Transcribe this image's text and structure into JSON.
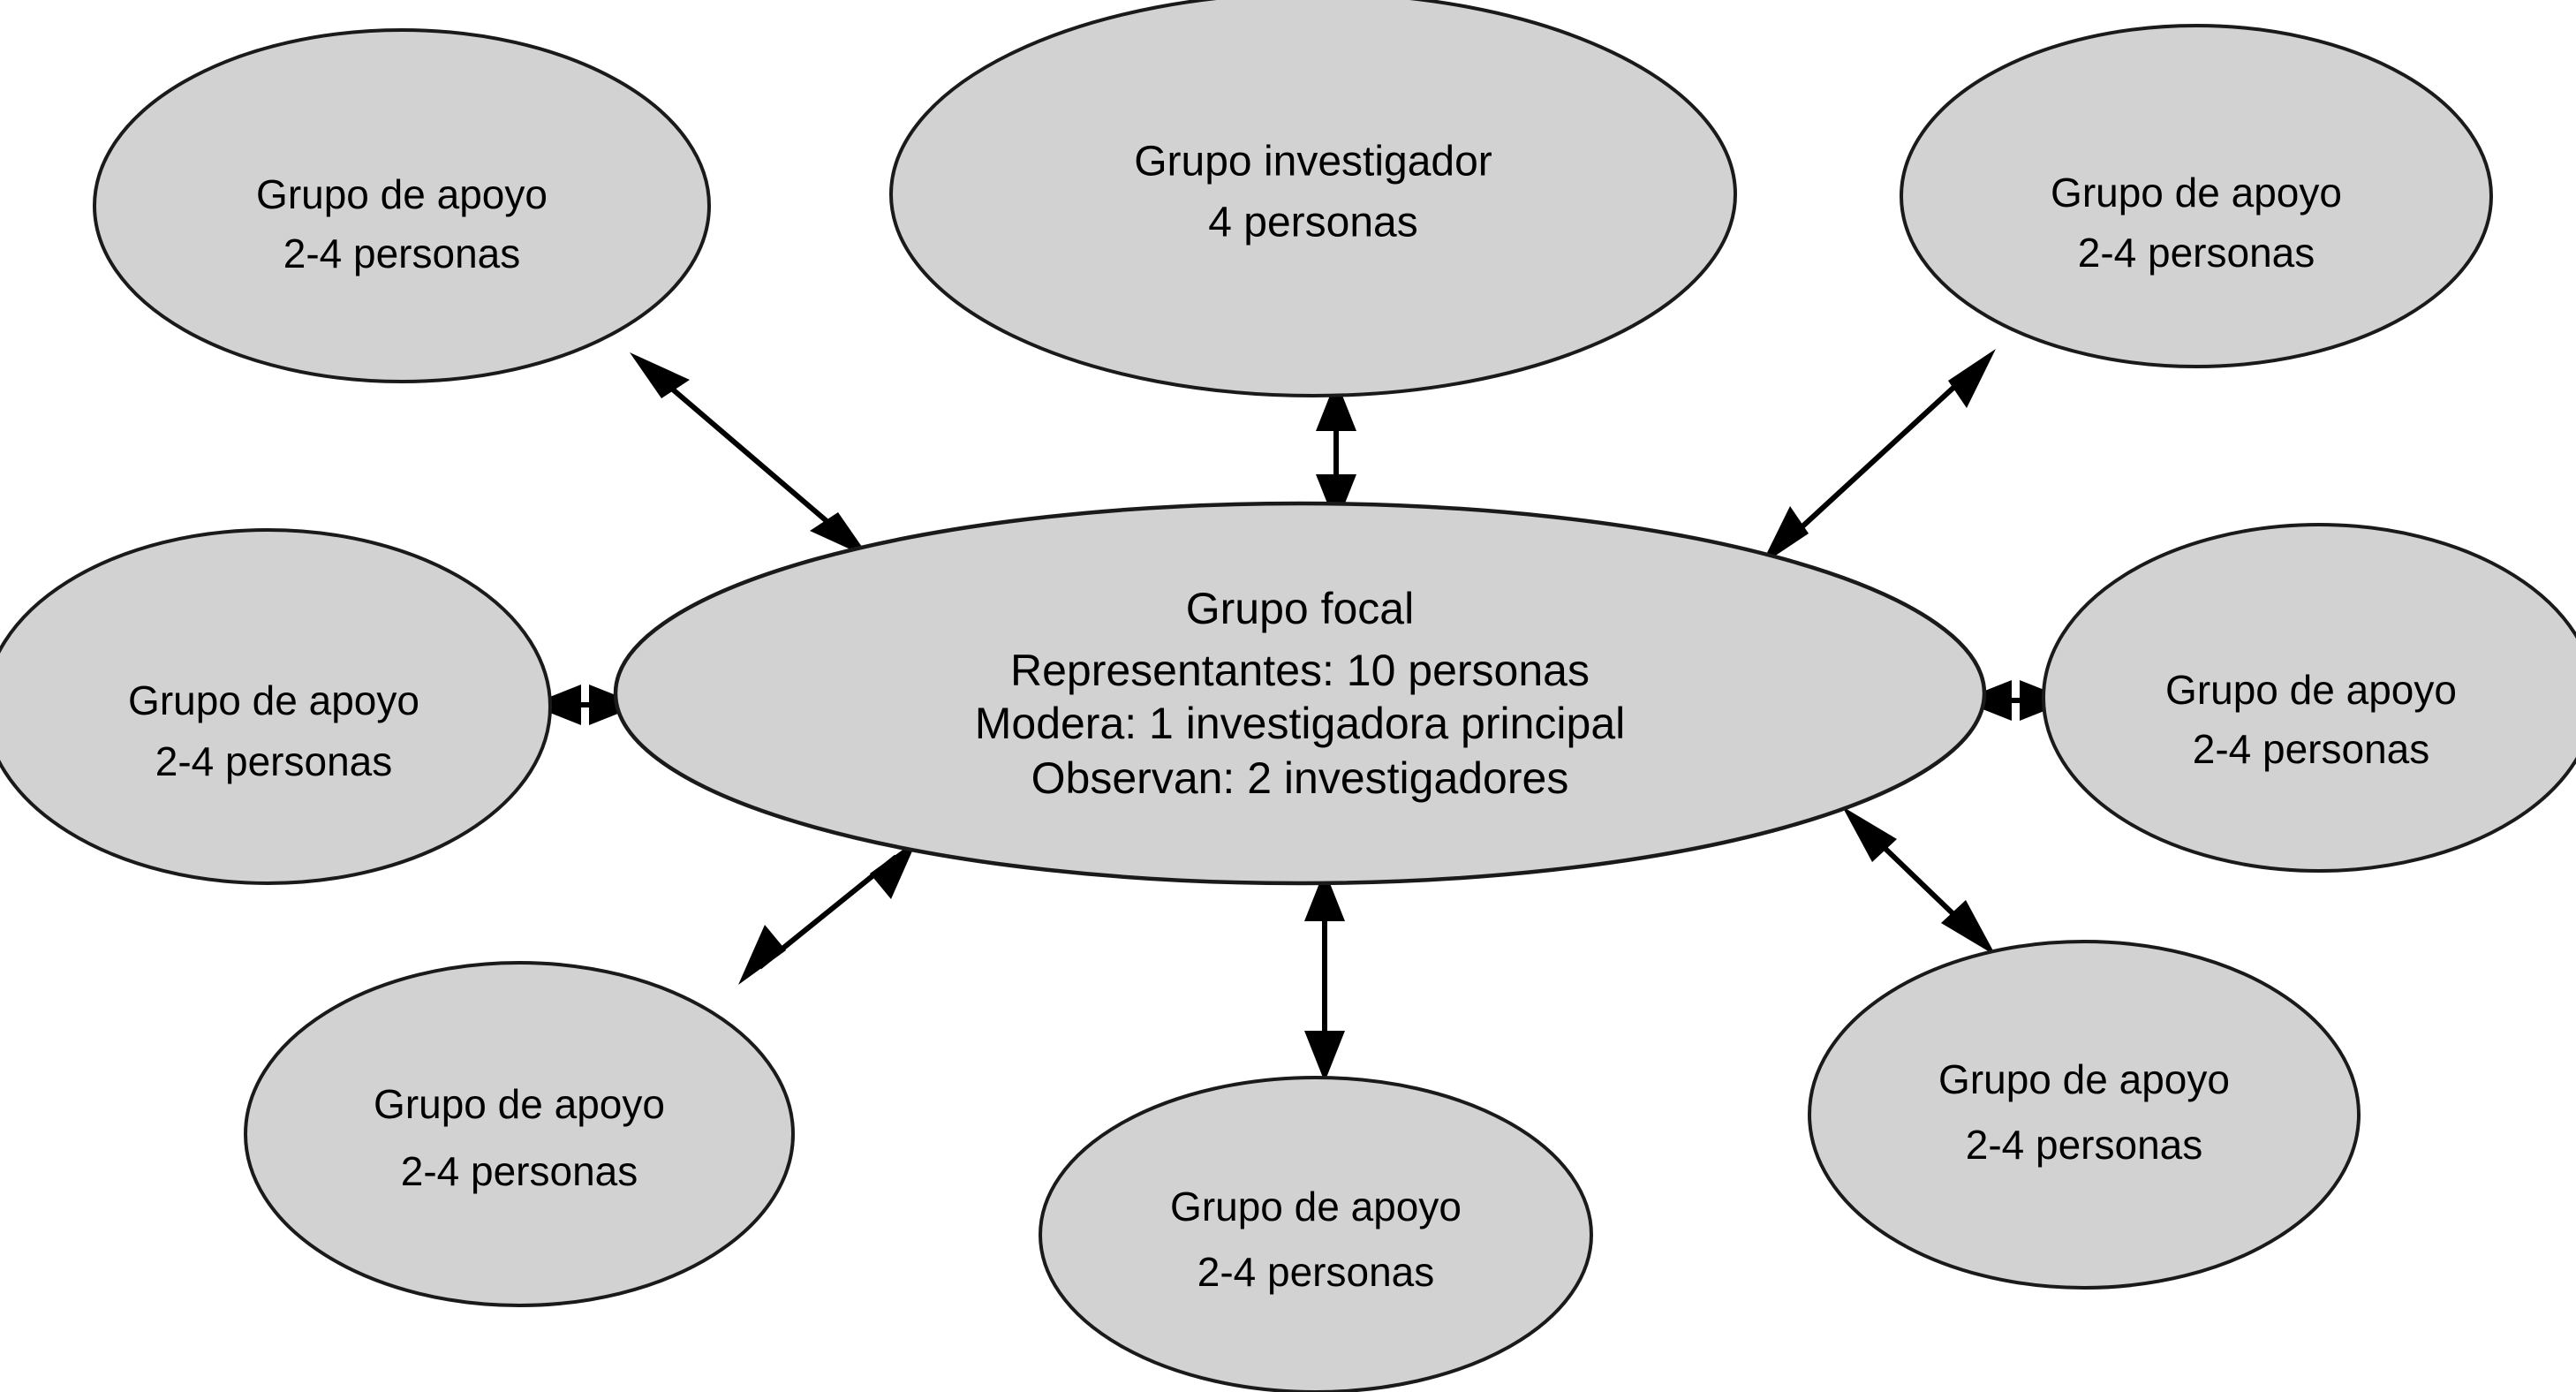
{
  "diagram": {
    "type": "hub-and-spoke-ellipse-diagram",
    "background_color": "#ffffff",
    "node_fill_color": "#d2d2d2",
    "node_stroke_color": "#1a1a1a",
    "connector_color": "#000000",
    "connector_style": "double-headed-arrow",
    "center_node": {
      "id": "grupo-focal",
      "line1": "Grupo focal",
      "line2": "Representantes: 10 personas",
      "line3": "Modera: 1 investigadora principal",
      "line4": "Observan: 2 investigadores"
    },
    "investigator_node": {
      "id": "grupo-investigador",
      "line1": "Grupo investigador",
      "line2": "4 personas"
    },
    "support_nodes": [
      {
        "id": "grupo-apoyo-top-left",
        "line1": "Grupo de apoyo",
        "line2": "2-4 personas"
      },
      {
        "id": "grupo-apoyo-top-right",
        "line1": "Grupo de apoyo",
        "line2": "2-4 personas"
      },
      {
        "id": "grupo-apoyo-left",
        "line1": "Grupo de apoyo",
        "line2": "2-4 personas"
      },
      {
        "id": "grupo-apoyo-right",
        "line1": "Grupo de apoyo",
        "line2": "2-4 personas"
      },
      {
        "id": "grupo-apoyo-bottom-left",
        "line1": "Grupo de apoyo",
        "line2": "2-4 personas"
      },
      {
        "id": "grupo-apoyo-bottom-center",
        "line1": "Grupo de apoyo",
        "line2": "2-4 personas"
      },
      {
        "id": "grupo-apoyo-bottom-right",
        "line1": "Grupo de apoyo",
        "line2": "2-4 personas"
      }
    ],
    "connector_count": 8
  }
}
